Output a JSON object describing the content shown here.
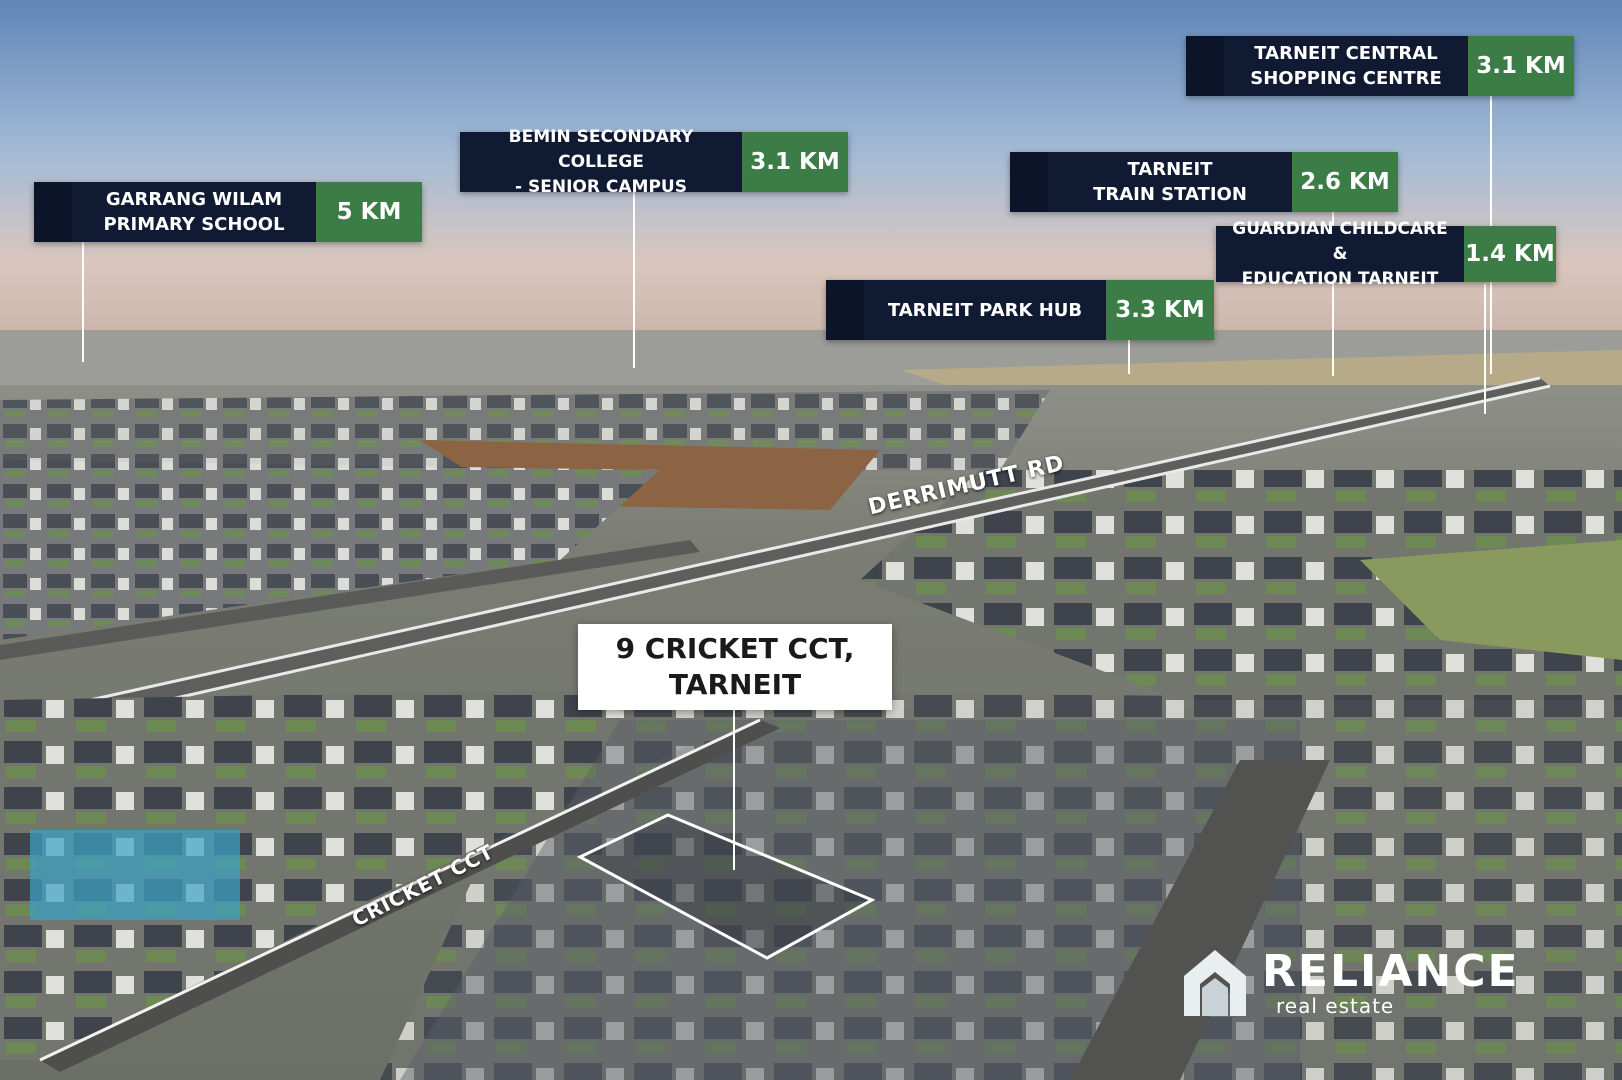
{
  "address": {
    "line1": "9 CRICKET CCT,",
    "line2": "TARNEIT"
  },
  "amenities": [
    {
      "name_line1": "GARRANG WILAM",
      "name_line2": "PRIMARY SCHOOL",
      "distance": "5 KM"
    },
    {
      "name_line1": "BEMIN SECONDARY COLLEGE",
      "name_line2": "- SENIOR CAMPUS",
      "distance": "3.1 KM"
    },
    {
      "name_line1": "TARNEIT CENTRAL",
      "name_line2": "SHOPPING CENTRE",
      "distance": "3.1 KM"
    },
    {
      "name_line1": "TARNEIT",
      "name_line2": "TRAIN STATION",
      "distance": "2.6 KM"
    },
    {
      "name_line1": "GUARDIAN CHILDCARE &",
      "name_line2": "EDUCATION TARNEIT",
      "distance": "1.4 KM"
    },
    {
      "name_line1": "TARNEIT PARK HUB",
      "name_line2": "",
      "distance": "3.3 KM"
    }
  ],
  "roads": {
    "main": "DERRIMUTT RD",
    "street": "CRICKET CCT"
  },
  "logo": {
    "brand": "RELIANCE",
    "tagline": "real estate",
    "icon": "house-logo-icon"
  },
  "colors": {
    "label_bg": "#101a33",
    "distance_bg": "#3b7c47",
    "text": "#ffffff"
  }
}
